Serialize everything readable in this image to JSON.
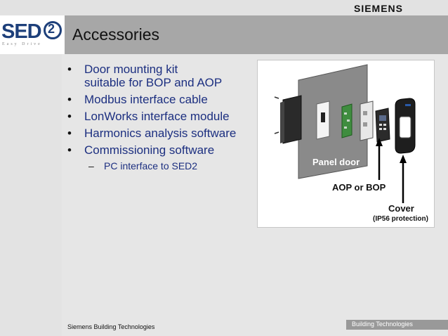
{
  "header": {
    "brand": "SIEMENS",
    "logo_text": "SED",
    "logo_number": "2",
    "logo_sub": "Easy Drive",
    "title": "Accessories"
  },
  "bullets": [
    {
      "lines": [
        "Door mounting kit",
        "suitable for BOP and AOP"
      ]
    },
    {
      "lines": [
        "Modbus interface cable"
      ]
    },
    {
      "lines": [
        "LonWorks interface module"
      ]
    },
    {
      "lines": [
        "Harmonics analysis software"
      ]
    },
    {
      "lines": [
        "Commissioning software"
      ]
    }
  ],
  "sub_bullet": "PC interface to SED2",
  "figure": {
    "panel_label": "Panel door",
    "aop_label": "AOP or BOP",
    "cover_label": "Cover",
    "cover_sub": "(IP56 protection)"
  },
  "footer": {
    "left": "Siemens Building Technologies",
    "right": "Building Technologies"
  },
  "colors": {
    "bullet_text": "#1c2f80",
    "title_bar": "#a7a7a7",
    "logo_blue": "#1d3f7a",
    "panel_gray": "#8a8a8a"
  }
}
